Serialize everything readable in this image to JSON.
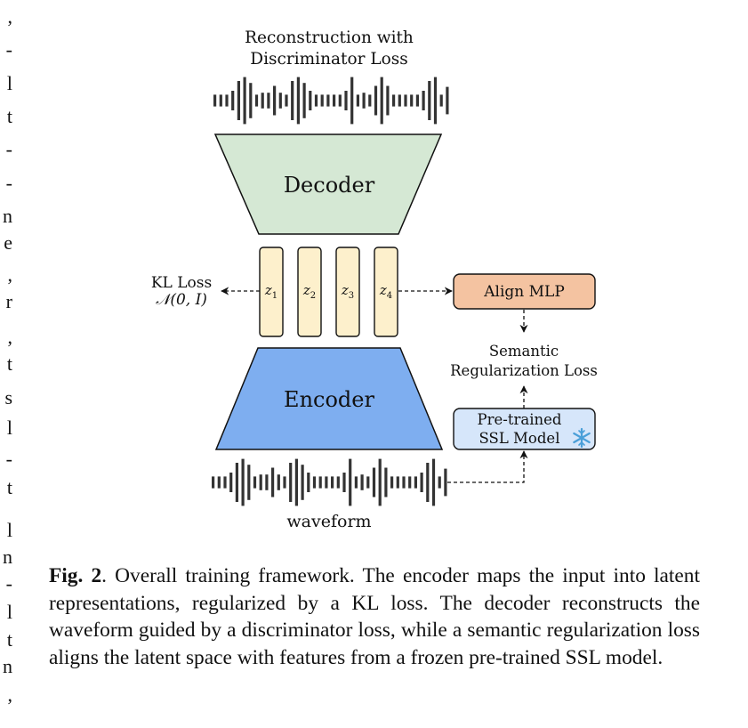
{
  "figure": {
    "top_label_line1": "Reconstruction with",
    "top_label_line2": "Discriminator Loss",
    "decoder_label": "Decoder",
    "encoder_label": "Encoder",
    "latents": [
      {
        "name": "z",
        "sub": "1"
      },
      {
        "name": "z",
        "sub": "2"
      },
      {
        "name": "z",
        "sub": "3"
      },
      {
        "name": "z",
        "sub": "4"
      }
    ],
    "kl_loss_line1": "KL Loss",
    "kl_loss_line2": "𝒩(0, I)",
    "align_mlp_label": "Align MLP",
    "semantic_loss_line1": "Semantic",
    "semantic_loss_line2": "Regularization Loss",
    "ssl_line1": "Pre-trained",
    "ssl_line2": "SSL Model",
    "ssl_icon": "snowflake-icon",
    "waveform_label": "waveform",
    "colors": {
      "decoder_fill": "#d5e8d4",
      "encoder_fill": "#7eaef0",
      "latent_fill": "#fdf0cc",
      "align_fill": "#f4c3a1",
      "ssl_fill": "#d6e6fa",
      "snowflake": "#4a9fd8",
      "wave": "#333333"
    }
  },
  "caption": {
    "label": "Fig. 2",
    "text": ". Overall training framework. The encoder maps the input into latent representations, regularized by a KL loss. The decoder reconstructs the waveform guided by a discriminator loss, while a semantic regularization loss aligns the latent space with features from a frozen pre-trained SSL model."
  },
  "margin_fragments": [
    ",",
    "-",
    "l",
    "t",
    "-",
    "-",
    "n",
    "e",
    ",",
    "r",
    ",",
    "t",
    "s",
    "l",
    "-",
    "t",
    "l",
    "n",
    "-",
    "l",
    "t",
    "n",
    ","
  ]
}
